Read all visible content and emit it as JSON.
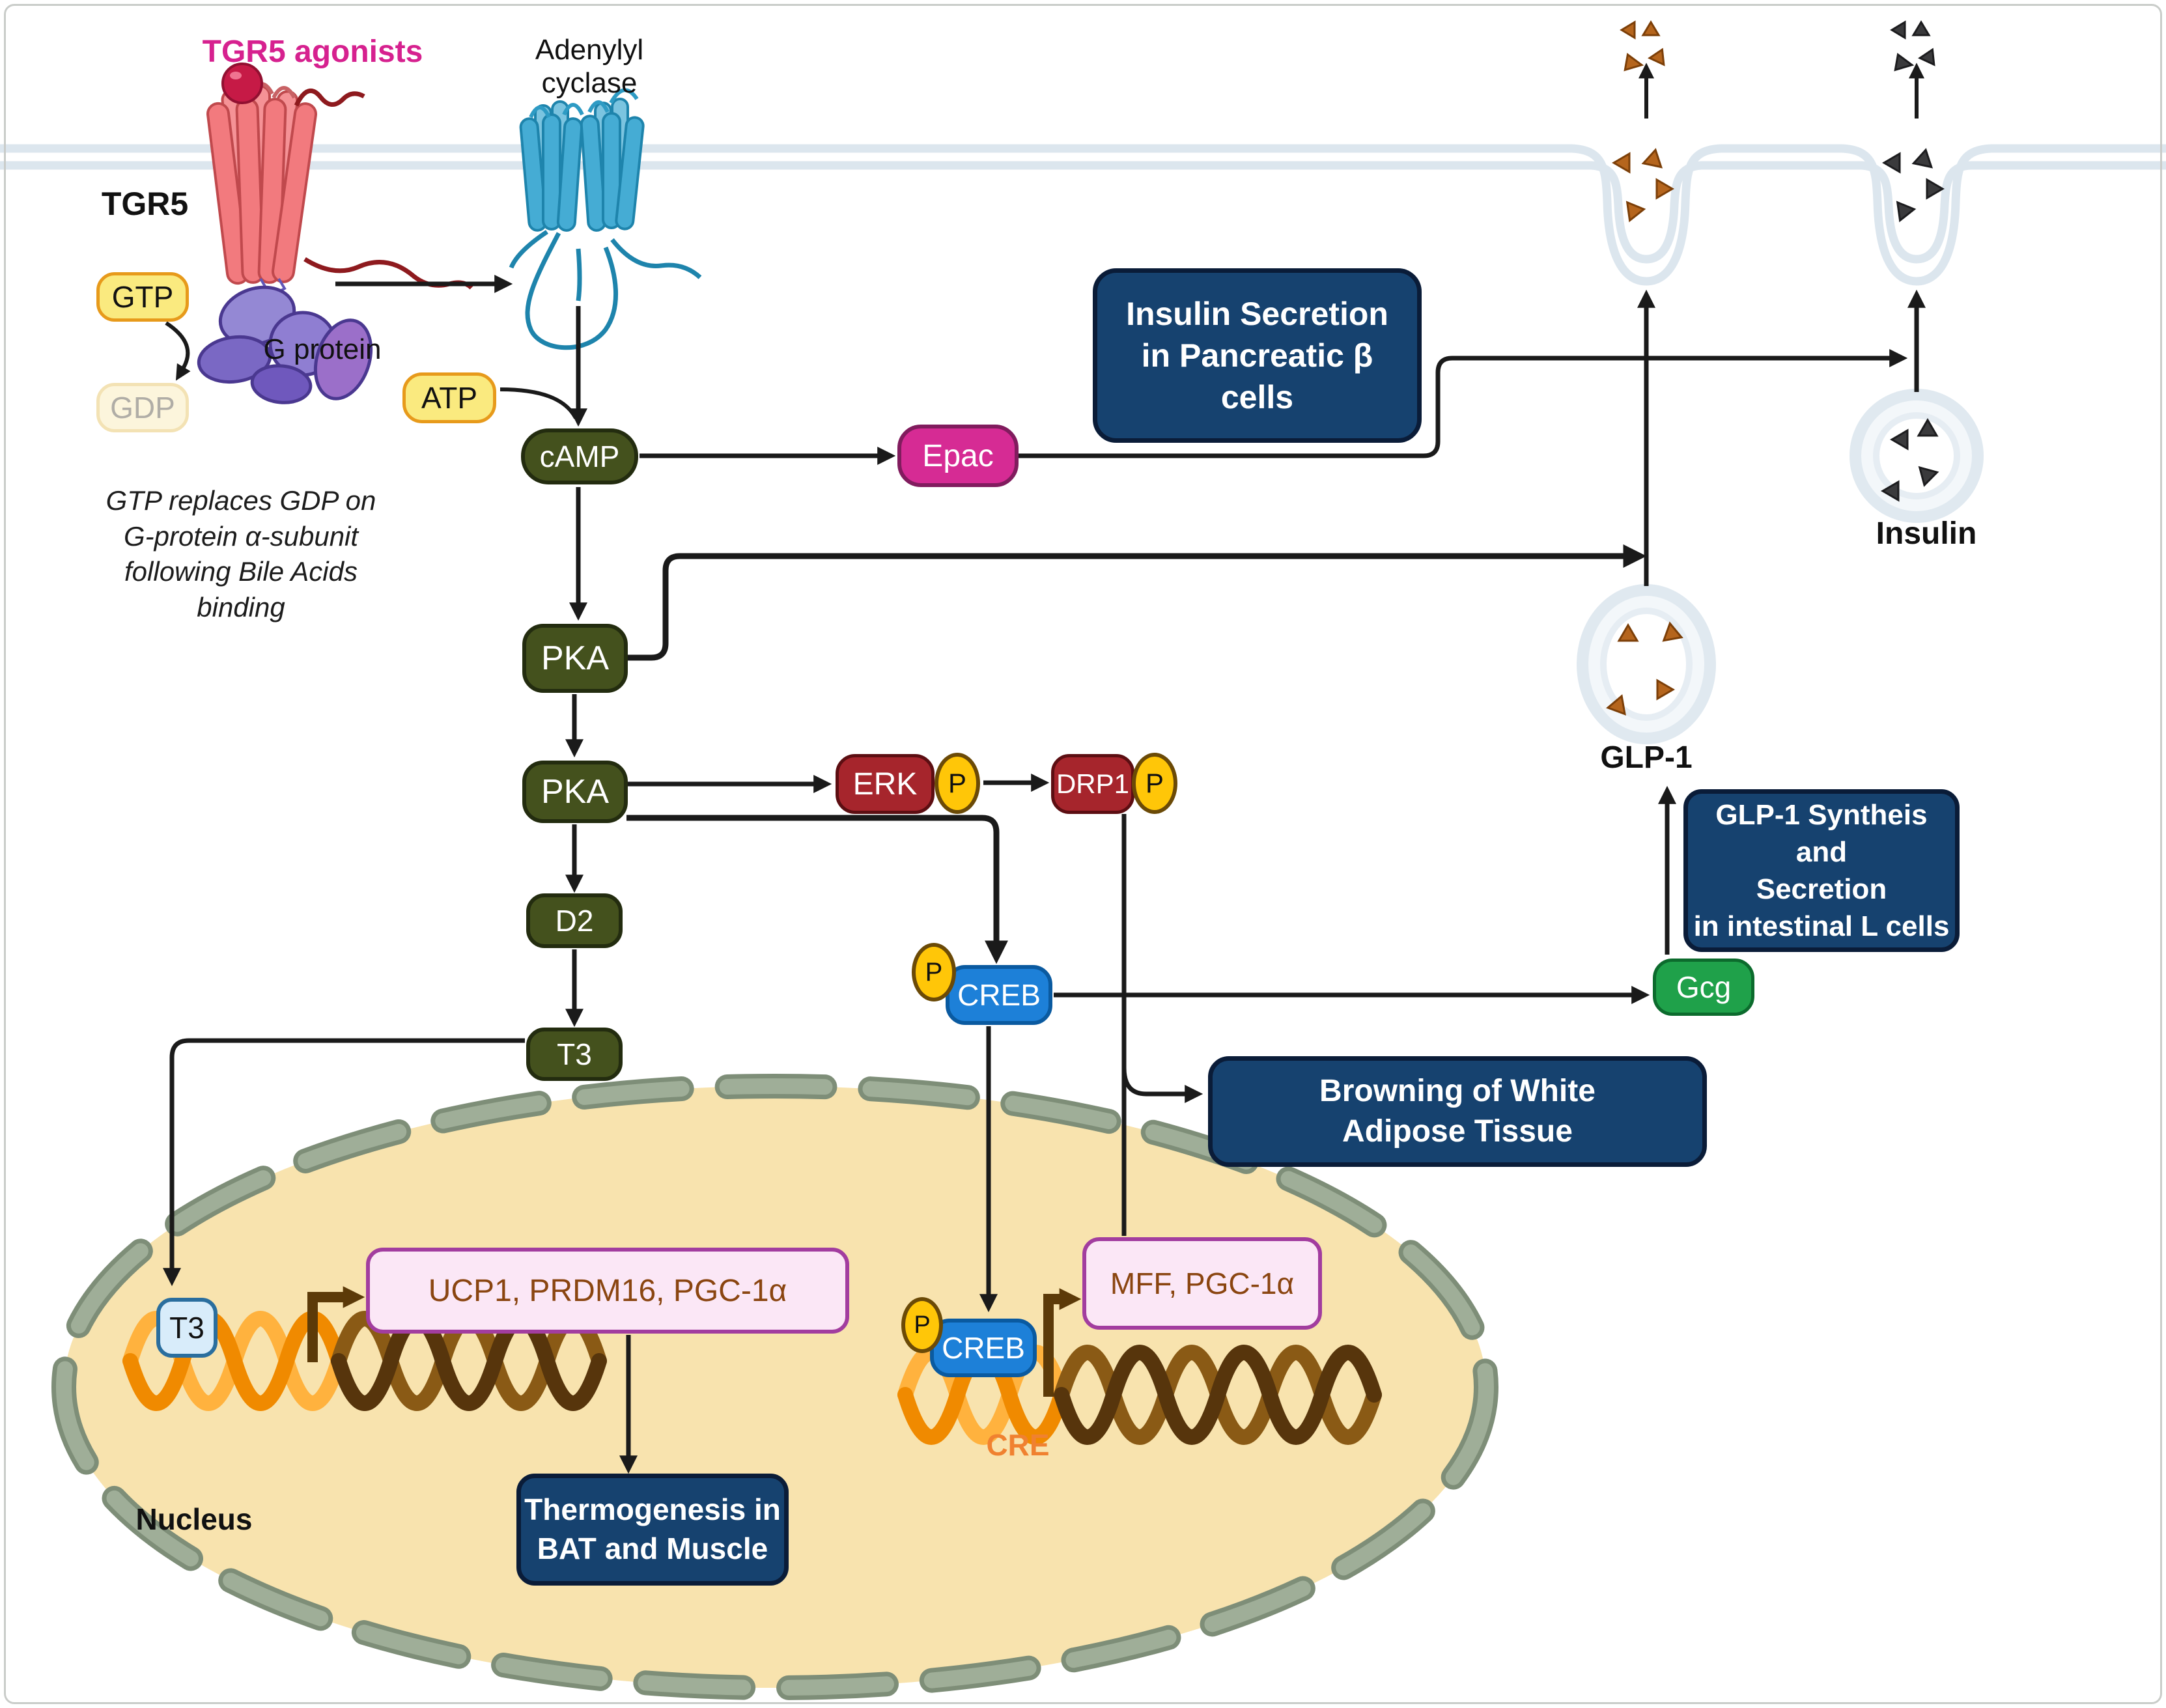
{
  "header": {
    "tgr5_agonists": "TGR5 agonists",
    "tgr5": "TGR5",
    "adenylyl_cyclase": "Adenylyl\ncyclase",
    "g_protein": "G protein",
    "gtp_note": "GTP replaces GDP on\nG-protein α-subunit\nfollowing Bile Acids\nbinding"
  },
  "pills": {
    "gtp": "GTP",
    "gdp": "GDP",
    "atp": "ATP",
    "camp": "cAMP",
    "epac": "Epac",
    "pka_upper": "PKA",
    "pka_lower": "PKA",
    "erk": "ERK",
    "drp1": "DRP1",
    "d2": "D2",
    "t3": "T3",
    "creb_cytoplasm": "CREB",
    "creb_nucleus": "CREB",
    "gcg": "Gcg",
    "t3_nucleus": "T3",
    "phospho": "P"
  },
  "outcome_boxes": {
    "insulin_secretion": "Insulin Secretion\nin Pancreatic β\ncells",
    "glp1_synthesis": "GLP-1 Syntheis and\nSecretion\nin intestinal L cells",
    "browning": "Browning of White\nAdipose Tissue",
    "thermogenesis": "Thermogenesis in\nBAT and Muscle"
  },
  "gene_boxes": {
    "ucp1_genes": "UCP1, PRDM16, PGC-1α",
    "mff_genes": "MFF, PGC-1α"
  },
  "secretion": {
    "glp1": "GLP-1",
    "insulin": "Insulin"
  },
  "nucleus": {
    "label": "Nucleus",
    "cre": "CRE"
  },
  "colors": {
    "accent_magenta": "#d6218f",
    "navy_box": "#16426f",
    "dark_green_pill": "#44511d",
    "yellow_pill": "#faea7f",
    "red_pill": "#a6252c",
    "blue_pill": "#1d80d8",
    "green_pill": "#1fa14a",
    "gold_phospho": "#ffc608",
    "pink_gene_box": "#fbe7f6",
    "nucleus_fill": "#f8e3ae",
    "membrane": "#dce6ee",
    "dna_orange": "#f08a00",
    "dna_brown": "#8a5a15"
  }
}
